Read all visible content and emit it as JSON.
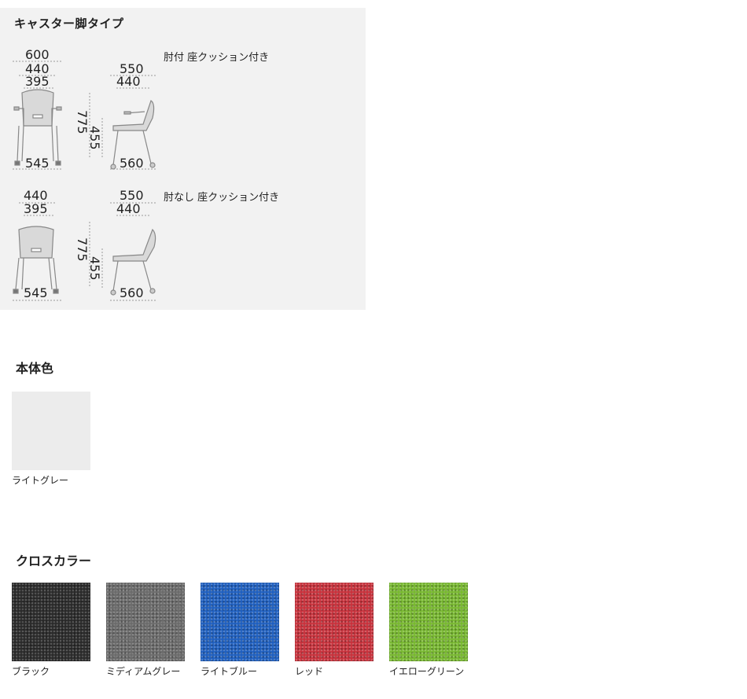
{
  "caster_panel": {
    "title": "キャスター脚タイプ",
    "with_arms": {
      "label": "肘付 座クッション付き",
      "front_dims": [
        "600",
        "440",
        "395"
      ],
      "front_bottom": "545",
      "side_top": [
        "550",
        "440"
      ],
      "side_bottom": "560",
      "height_total": "775",
      "height_seat": "455"
    },
    "no_arms": {
      "label": "肘なし 座クッション付き",
      "front_dims": [
        "440",
        "395"
      ],
      "front_bottom": "545",
      "side_top": [
        "550",
        "440"
      ],
      "side_bottom": "560",
      "height_total": "775",
      "height_seat": "455"
    }
  },
  "body_color": {
    "title": "本体色",
    "swatches": [
      {
        "label": "ライトグレー",
        "color": "#ececec"
      }
    ]
  },
  "cloth_color": {
    "title": "クロスカラー",
    "swatches": [
      {
        "label": "ブラック",
        "color": "#2a2a2a"
      },
      {
        "label": "ミディアムグレー",
        "color": "#6b6b6b"
      },
      {
        "label": "ライトブルー",
        "color": "#1f5fbf"
      },
      {
        "label": "レッド",
        "color": "#c8323c"
      },
      {
        "label": "イエローグリーン",
        "color": "#78b830"
      }
    ]
  }
}
